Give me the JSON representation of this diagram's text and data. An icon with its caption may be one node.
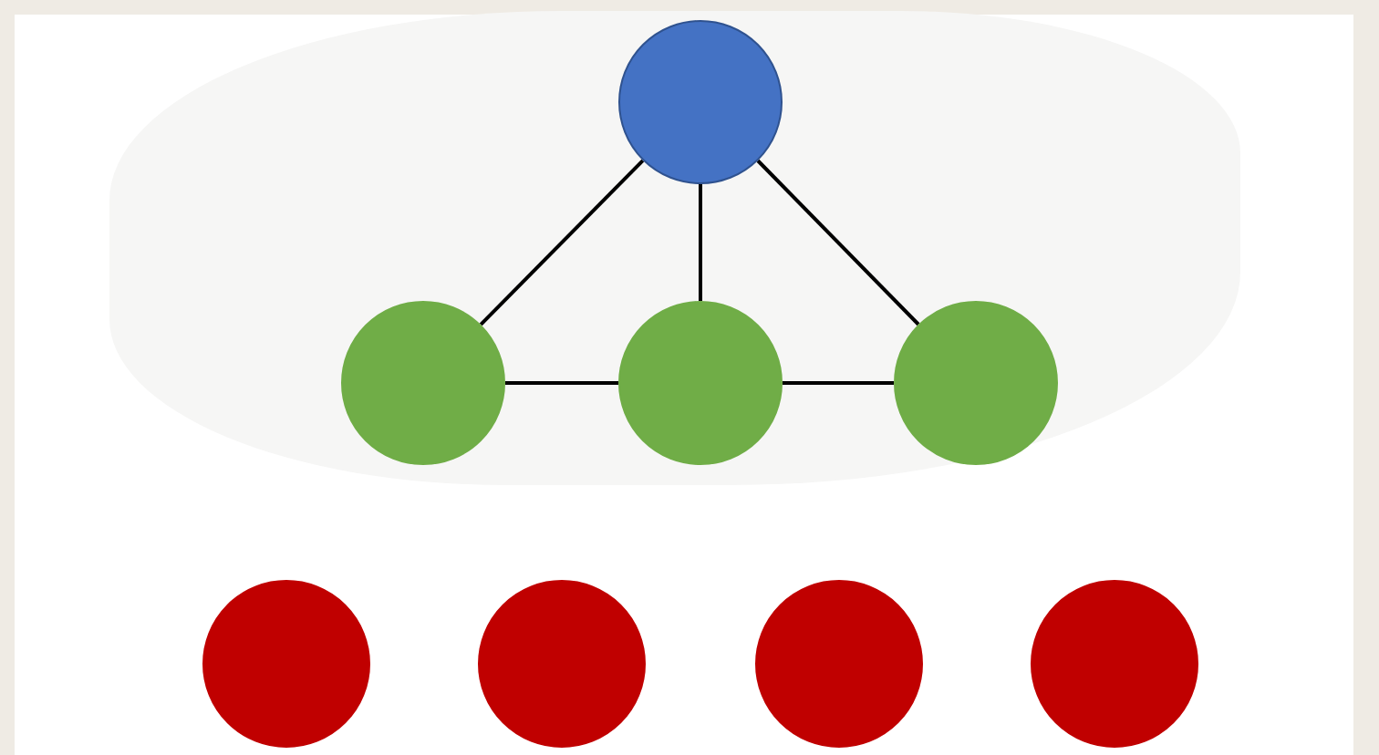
{
  "diagram": {
    "nodes": [
      {
        "text": [],
        "shape": "circle"
      },
      {
        "text": [],
        "shape": "circle"
      },
      {
        "text": [],
        "shape": "circle"
      },
      {
        "text": [],
        "shape": "circle"
      },
      {
        "text": [],
        "shape": "circle"
      },
      {
        "text": [],
        "shape": "circle"
      },
      {
        "text": [],
        "shape": "circle"
      },
      {
        "text": [],
        "shape": "circle"
      }
    ],
    "edges": [
      {
        "from": 0,
        "to": 1,
        "arrow": "none"
      },
      {
        "from": 0,
        "to": 2,
        "arrow": "none"
      },
      {
        "from": 0,
        "to": 3,
        "arrow": "none"
      },
      {
        "from": 1,
        "to": 2,
        "arrow": "none"
      },
      {
        "from": 2,
        "to": 3,
        "arrow": "none"
      }
    ]
  }
}
